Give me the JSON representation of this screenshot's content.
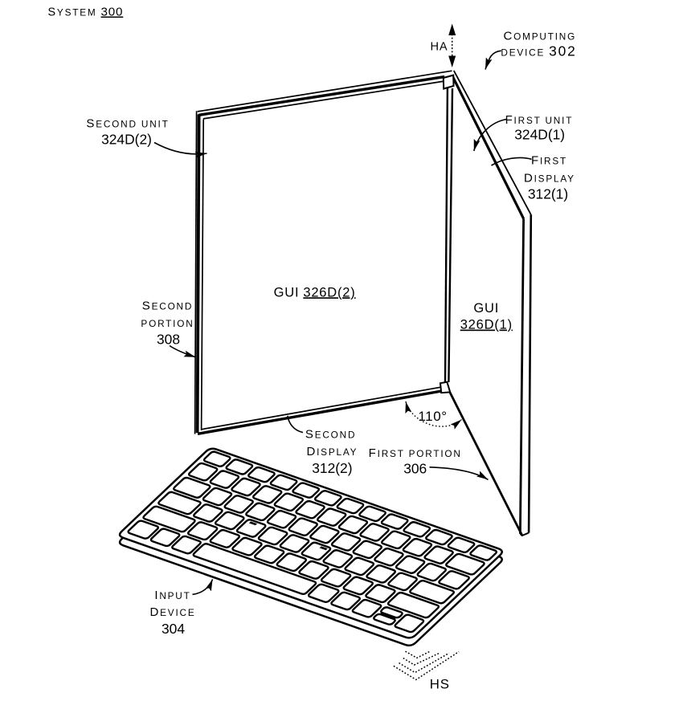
{
  "figure": {
    "background": "#ffffff",
    "ink": "#000000",
    "title": {
      "label": "SYSTEM",
      "number": "300"
    },
    "hinge_axis_label": "HA",
    "hinge_stack_label": "HS",
    "hinge_angle": "110°",
    "callouts": {
      "computing_device": {
        "line1": "COMPUTING",
        "line2": "DEVICE",
        "number": "302"
      },
      "second_unit": {
        "line1": "SECOND UNIT",
        "number": "324D(2)"
      },
      "first_unit": {
        "line1": "FIRST UNIT",
        "number": "324D(1)"
      },
      "first_display": {
        "line1": "FIRST",
        "line2": "DISPLAY",
        "number": "312(1)"
      },
      "gui_second": {
        "label": "GUI",
        "number": "326D(2)"
      },
      "gui_first": {
        "label": "GUI",
        "number": "326D(1)"
      },
      "second_portion": {
        "line1": "SECOND",
        "line2": "PORTION",
        "number": "308"
      },
      "second_display": {
        "line1": "SECOND",
        "line2": "DISPLAY",
        "number": "312(2)"
      },
      "first_portion": {
        "line1": "FIRST PORTION",
        "number": "306"
      },
      "input_device": {
        "line1": "INPUT",
        "line2": "DEVICE",
        "number": "304"
      }
    }
  }
}
